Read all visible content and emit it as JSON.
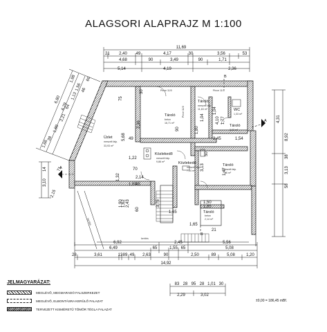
{
  "title": "ALAGSORI ALAPRAJZ   M 1:100",
  "dims_top": {
    "overall": "11,69",
    "row1": [
      "21",
      "2,40",
      "49",
      "4,17",
      "30",
      "3,56",
      "53"
    ],
    "row2": [
      "4,68",
      "90",
      "3,49",
      "90",
      "1,71"
    ],
    "row3": [
      "5,14",
      "4,19",
      "2,36"
    ]
  },
  "dims_bottom": {
    "row1": [
      "6,92",
      "2,45",
      "5,56"
    ],
    "row2": [
      "6,49",
      "65",
      "1,55",
      "65",
      "5,08"
    ],
    "row3": [
      "28",
      "3,61",
      "13",
      "89",
      "49",
      "2,63",
      "90",
      "2,50",
      "89",
      "5,08",
      "1,20"
    ],
    "overall": "14,92"
  },
  "dims_detail": {
    "row1": [
      "83",
      "28",
      "95",
      "28",
      "1,01",
      "30"
    ],
    "row2": [
      "2,29",
      "3,02"
    ]
  },
  "dims_right": {
    "outer": "8,92",
    "upper": "4,31",
    "lower": "3,13",
    "mid": [
      "38",
      "58"
    ]
  },
  "dims_left_diag": [
    "6,80",
    "6,29",
    "1,98",
    "1,56",
    "1,13",
    "64",
    "2,21",
    "1,89",
    "38",
    "1,66",
    "60",
    "46",
    "3,10",
    "2,15",
    "14",
    "71"
  ],
  "dims_inner": [
    "75",
    "5,68",
    "49",
    "1,32",
    "2,36",
    "30",
    "90",
    "1,04",
    "2,45",
    "1,54",
    "3,13",
    "50",
    "1,22",
    "2,14",
    "1,65",
    "60",
    "1,50",
    "1,85",
    "1,47",
    "1,62",
    "1,90",
    "2,43",
    "70",
    "1,69",
    "45",
    "4,10",
    "1,77",
    "1,80",
    "3,75",
    "1,65",
    "21",
    "1,04"
  ],
  "rooms": [
    {
      "name": "Üzlet",
      "sub": "meszelt falp.",
      "area": "33,93 m²"
    },
    {
      "name": "Tároló",
      "sub": "beton",
      "area": "16,71 m²"
    },
    {
      "name": "Tároló",
      "sub": "meszelt falp.",
      "area": "11,63 m²"
    },
    {
      "name": "WC",
      "sub": "",
      "area": "1,33 m²"
    },
    {
      "name": "Tároló",
      "sub": "",
      "area": "3,03 m²"
    },
    {
      "name": "Közlekedő",
      "sub": "meszelt falp.",
      "area": "9,86 m²"
    },
    {
      "name": "Közlekedő",
      "sub": "meszelt falp.",
      "area": "7,44 m²"
    },
    {
      "name": "Tároló",
      "sub": "meszelt falp.",
      "area": "7,86 m²"
    },
    {
      "name": "Tároló",
      "sub": "beton",
      "area": "2,14 m²"
    }
  ],
  "section_marks": [
    "A",
    "A",
    "B",
    "B"
  ],
  "labels": {
    "pince_top": "Pince 11/0",
    "pince_mid": "Pince 11/0",
    "pince_right": "Pince 11/0",
    "kerites": "kerítés",
    "kerites2": "kerítés"
  },
  "legend": {
    "title": "JELMAGYARÁZAT:",
    "items": [
      "MEGLÉVŐ, MEGMARADÓ FALSZERKEZET",
      "MEGLÉVŐ, ELBONTÁSRA KERÜLŐ FALAZAT",
      "TERVEZETT KISMÉRETŰ TÖMÖR TÉGLA FALAZAT"
    ]
  },
  "level_note": "±0,00 = 186,45 mBf."
}
